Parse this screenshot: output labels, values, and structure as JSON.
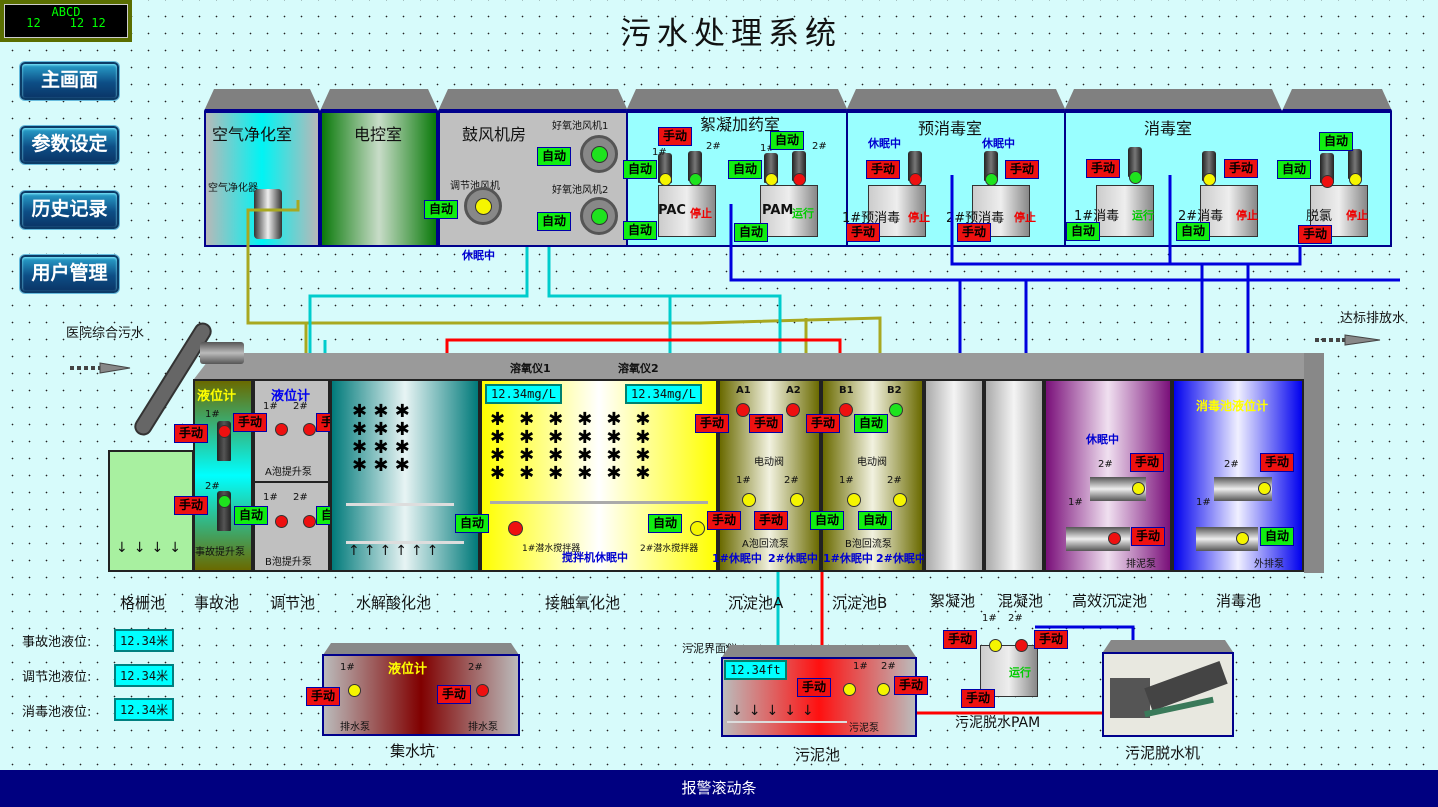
{
  "clock": {
    "line1": "ABCD",
    "line2": "12    12 12"
  },
  "title": "污水处理系统",
  "nav": [
    {
      "label": "主画面"
    },
    {
      "label": "参数设定"
    },
    {
      "label": "历史记录"
    },
    {
      "label": "用户管理"
    }
  ],
  "rooms": {
    "air": {
      "label": "空气净化室",
      "device": "空气净化器"
    },
    "electric": {
      "label": "电控室"
    },
    "blower": {
      "label": "鼓风机房",
      "reg_fan": "调节池风机",
      "fan1": "好氧池风机1",
      "fan2": "好氧池风机2",
      "status": "休眠中",
      "auto": "自动"
    },
    "floc": {
      "label": "絮凝加药室",
      "pac": "PAC",
      "pam": "PAM",
      "pac_state": "停止",
      "pam_state": "运行"
    },
    "predis": {
      "label": "预消毒室",
      "p1": "1#预消毒",
      "p2": "2#预消毒",
      "state1": "停止",
      "state2": "停止",
      "sleep": "休眠中"
    },
    "dis": {
      "label": "消毒室",
      "p1": "1#消毒",
      "p2": "2#消毒",
      "p3": "脱氯",
      "state1": "运行",
      "state2": "停止",
      "state3": "停止"
    }
  },
  "mode": {
    "auto": "自动",
    "manual": "手动"
  },
  "no1": "1#",
  "no2": "2#",
  "inflow": "医院综合污水",
  "outflow": "达标排放水",
  "pools": {
    "grid": "格栅池",
    "accident": "事故池",
    "regulate": "调节池",
    "hydrolysis": "水解酸化池",
    "contact": "接触氧化池",
    "sedA": "沉淀池A",
    "sedB": "沉淀池B",
    "floc": "絮凝池",
    "coag": "混凝池",
    "hes": "高效沉淀池",
    "disinfect": "消毒池"
  },
  "labels": {
    "level_gauge": "液位计",
    "accident_pump": "事故提升泵",
    "a_lift": "A泡提升泵",
    "b_lift": "B泡提升泵",
    "do1": "溶氧仪1",
    "do2": "溶氧仪2",
    "do1_val": "12.34mg/L",
    "do2_val": "12.34mg/L",
    "mixer1": "1#潜水搅拌器",
    "mixer2": "2#潜水搅拌器",
    "mixer_sleep": "搅拌机休眠中",
    "valve": "电动阀",
    "a1": "A1",
    "a2": "A2",
    "b1": "B1",
    "b2": "B2",
    "a_return": "A泡回流泵",
    "b_return": "B泡回流泵",
    "sleep1": "1#休眠中",
    "sleep2": "2#休眠中",
    "hes_sleep": "休眠中",
    "sludge_pump": "排泥泵",
    "dis_level": "消毒池液位计",
    "out_pump": "外排泵"
  },
  "levels": [
    {
      "label": "事故池液位:",
      "value": "12.34米"
    },
    {
      "label": "调节池液位:",
      "value": "12.34米"
    },
    {
      "label": "消毒池液位:",
      "value": "12.34米"
    }
  ],
  "sump": {
    "label": "集水坑",
    "gauge": "液位计",
    "pump": "排水泵"
  },
  "sludge": {
    "label": "污泥池",
    "interface": "污泥界面仪",
    "value": "12.34ft",
    "pump": "污泥泵"
  },
  "sludge_pam": {
    "label": "污泥脱水PAM",
    "state": "运行"
  },
  "dewater": {
    "label": "污泥脱水机"
  },
  "footer": "报警滚动条"
}
